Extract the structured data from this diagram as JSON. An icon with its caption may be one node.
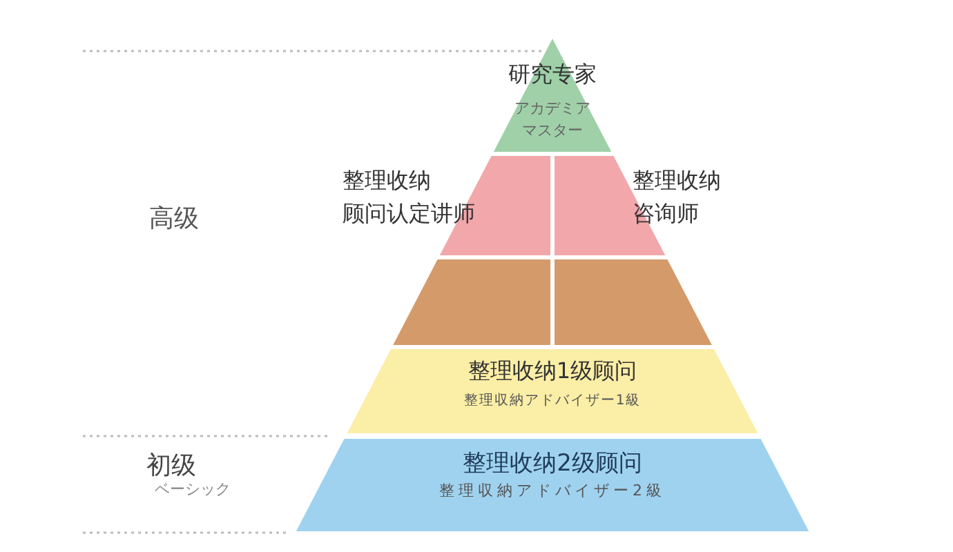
{
  "diagram": {
    "nodes": [
      {
        "text": [
          "研究专家",
          "アカデミア",
          "マスター"
        ]
      },
      {
        "text": [
          "整理收纳",
          "顾问认定讲师"
        ]
      },
      {
        "text": [
          "整理收纳",
          "咨询师"
        ]
      },
      {
        "text": [],
        "shape": "band"
      },
      {
        "text": [
          "整理收纳1级顾问",
          "整理収納アドバイザー1級"
        ]
      },
      {
        "text": [
          "整理收纳2级顾问",
          "整理収納アドバイザー2級"
        ]
      }
    ],
    "edges": [],
    "labels": [
      "高级",
      "初级",
      "ベーシック"
    ]
  }
}
